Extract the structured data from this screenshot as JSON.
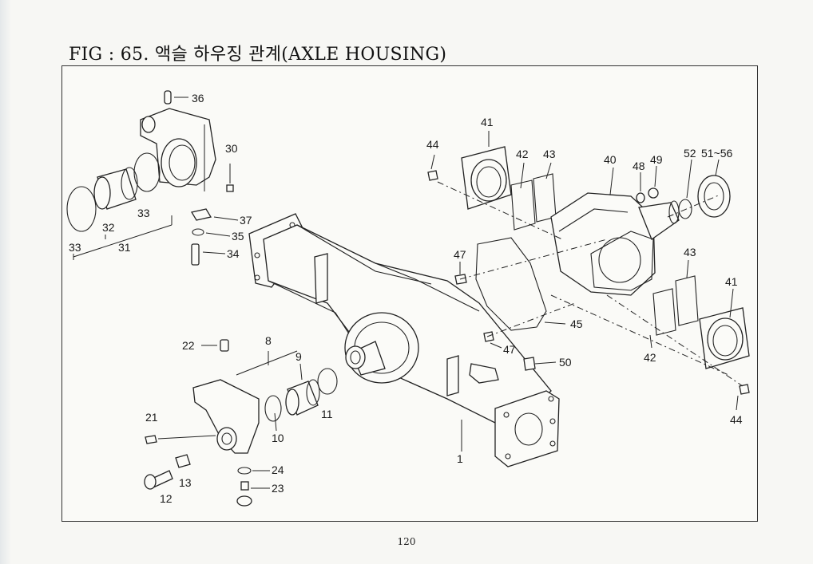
{
  "title": "FIG : 65. 액슬 하우징 관계(AXLE HOUSING)",
  "page_number": "120",
  "part_labels": {
    "p1": "1",
    "p8": "8",
    "p9": "9",
    "p10": "10",
    "p11": "11",
    "p12": "12",
    "p13": "13",
    "p21": "21",
    "p22": "22",
    "p23": "23",
    "p24": "24",
    "p30": "30",
    "p31": "31",
    "p32": "32",
    "p33a": "33",
    "p33b": "33",
    "p34": "34",
    "p35": "35",
    "p36": "36",
    "p37": "37",
    "p40": "40",
    "p41a": "41",
    "p41b": "41",
    "p42a": "42",
    "p42b": "42",
    "p43a": "43",
    "p43b": "43",
    "p44a": "44",
    "p44b": "44",
    "p45": "45",
    "p47a": "47",
    "p47b": "47",
    "p48": "48",
    "p49": "49",
    "p50": "50",
    "p51_56": "51~56",
    "p52": "52"
  }
}
